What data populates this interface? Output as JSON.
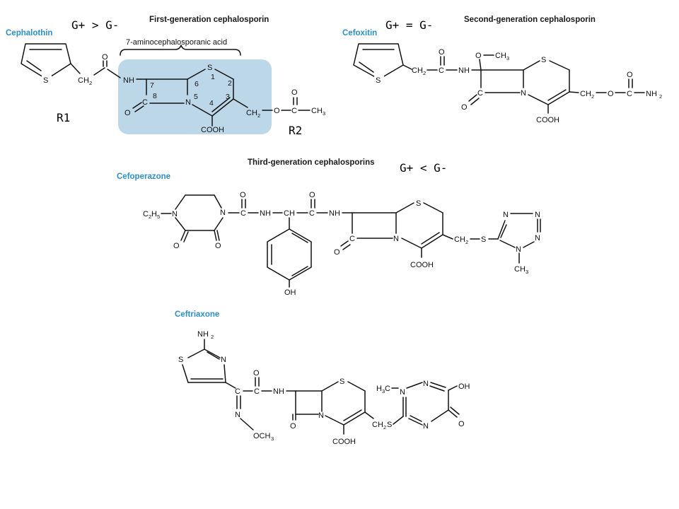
{
  "labels": {
    "first_gen": "First-generation cephalosporin",
    "second_gen": "Second-generation cephalosporin",
    "third_gen": "Third-generation cephalosporins",
    "aca": "7-aminocephalosporanic acid"
  },
  "drugs": {
    "cephalothin": "Cephalothin",
    "cefoxitin": "Cefoxitin",
    "cefoperazone": "Cefoperazone",
    "ceftriaxone": "Ceftriaxone"
  },
  "annotations": {
    "gen1": "G+ > G-",
    "gen2": "G+ = G-",
    "gen3": "G+ < G-",
    "r1": "R1",
    "r2": "R2"
  },
  "atoms": {
    "S": "S",
    "N": "N",
    "O": "O",
    "NH": "NH",
    "C": "C",
    "CH": "CH",
    "COOH": "COOH",
    "OH": "OH",
    "CH2": "CH",
    "CH3": "CH",
    "C2H5": "C",
    "NH2": "NH",
    "H3C": "H",
    "OCH3": "OCH",
    "sub2": "2",
    "sub3": "3",
    "sub5": "5",
    "sub_h": "H"
  },
  "ring_numbers": [
    "1",
    "2",
    "3",
    "4",
    "5",
    "6",
    "7",
    "8"
  ],
  "colors": {
    "core_highlight": "#bcd8e8",
    "drug_name": "#2b8fcf"
  }
}
